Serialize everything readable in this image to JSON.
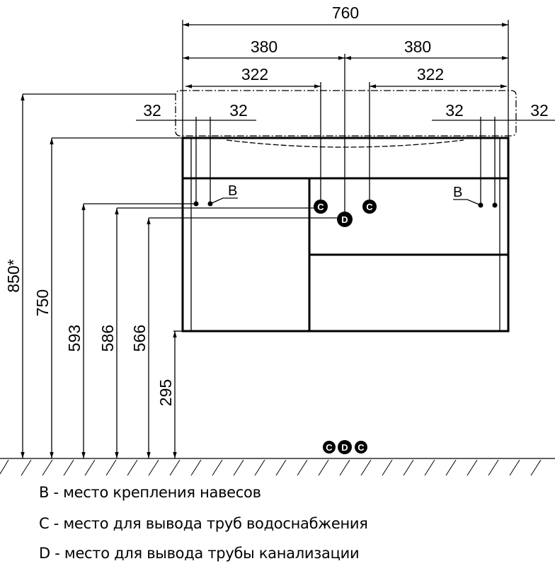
{
  "dimensions": {
    "total_width": "760",
    "half_left": "380",
    "half_right": "380",
    "c_offset_left": "322",
    "c_offset_right": "322",
    "b_left_outer": "32",
    "b_left_inner": "32",
    "b_right_inner": "32",
    "b_right_outer": "32",
    "height_total": "850*",
    "height_top": "750",
    "height_b": "593",
    "height_c": "586",
    "height_d": "566",
    "height_bottom": "295"
  },
  "markers": {
    "b": "B",
    "c": "C",
    "d": "D"
  },
  "legend": [
    "B - место крепления навесов",
    "C - место для вывода труб водоснабжения",
    "D - место для вывода трубы канализации"
  ]
}
